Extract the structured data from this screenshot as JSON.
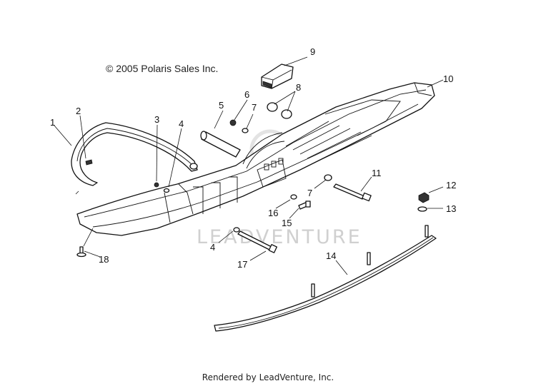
{
  "copyright": "© 2005 Polaris Sales Inc.",
  "footer": "Rendered by LeadVenture, Inc.",
  "watermark": "LEADVENTURE",
  "callouts": [
    "1",
    "2",
    "3",
    "4",
    "5",
    "6",
    "7",
    "7",
    "8",
    "9",
    "10",
    "11",
    "12",
    "13",
    "14",
    "15",
    "16",
    "17",
    "4",
    "18"
  ]
}
